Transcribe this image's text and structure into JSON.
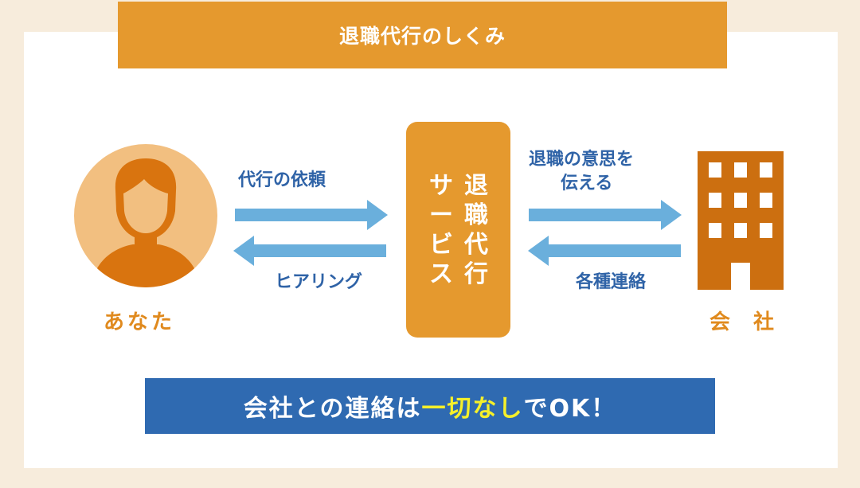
{
  "title": "退職代行のしくみ",
  "you": {
    "label": "あなた"
  },
  "company": {
    "label": "会 社"
  },
  "service": {
    "columns": [
      "退職代行",
      "サービス"
    ]
  },
  "left_arrows": {
    "request_label": "代行の依頼",
    "hearing_label": "ヒアリング"
  },
  "right_arrows": {
    "intent_label_1": "退職の意思を",
    "intent_label_2": "伝える",
    "contact_label": "各種連絡"
  },
  "bottom_banner": {
    "part1": "会社との連絡は",
    "highlight": "一切なし",
    "part2": "でOK！"
  },
  "colors": {
    "orange": "#e5992e",
    "dark_orange": "#cc6f10",
    "blue": "#2f6ab1",
    "light_blue": "#6aafdc",
    "highlight": "#f5f02a"
  }
}
